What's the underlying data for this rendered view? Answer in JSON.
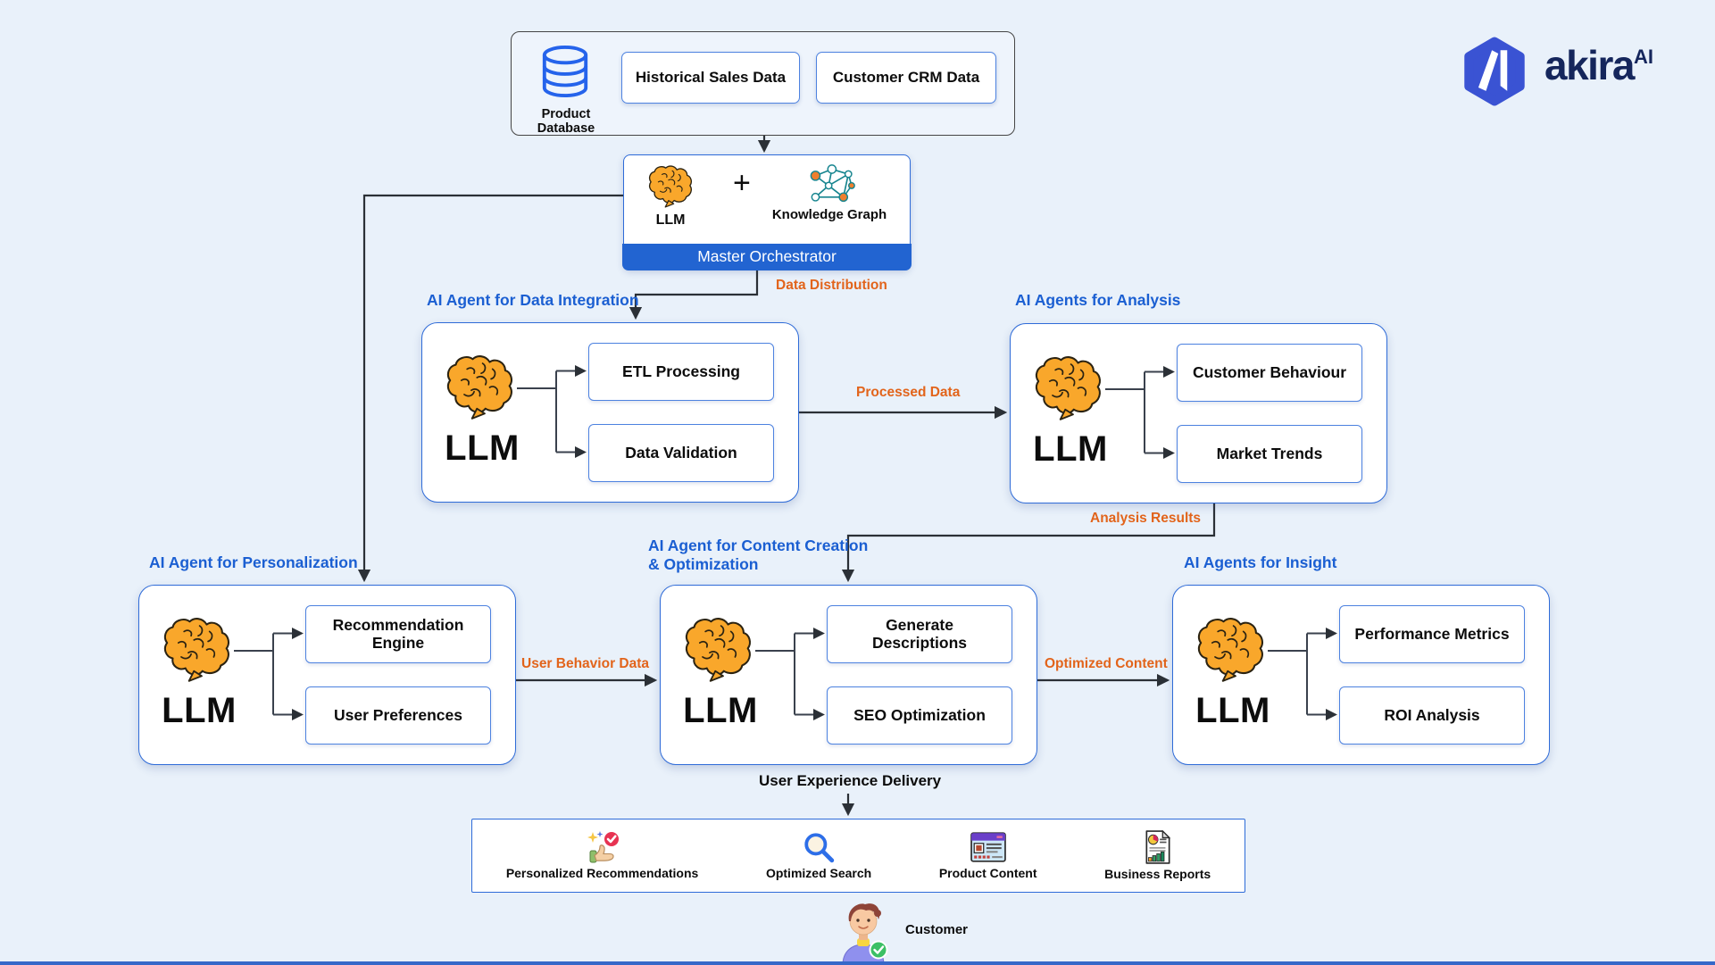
{
  "logo": {
    "brand": "akira",
    "superscript": "AI"
  },
  "sources": {
    "db_label": "Product Database",
    "items": [
      "Historical Sales Data",
      "Customer CRM Data"
    ]
  },
  "orchestrator": {
    "llm_label": "LLM",
    "plus": "+",
    "kg_label": "Knowledge Graph",
    "bar_label": "Master Orchestrator"
  },
  "flow": {
    "data_distribution": "Data Distribution",
    "processed_data": "Processed Data",
    "analysis_results": "Analysis Results",
    "user_behavior_data": "User Behavior Data",
    "optimized_content": "Optimized Content",
    "user_experience_delivery": "User Experience Delivery"
  },
  "agents": {
    "integration": {
      "title": "AI Agent for Data Integration",
      "llm": "LLM",
      "outputs": [
        "ETL Processing",
        "Data Validation"
      ]
    },
    "analysis": {
      "title": "AI Agents for Analysis",
      "llm": "LLM",
      "outputs": [
        "Customer Behaviour",
        "Market Trends"
      ]
    },
    "personalization": {
      "title": "AI Agent for Personalization",
      "llm": "LLM",
      "outputs": [
        "Recommendation Engine",
        "User Preferences"
      ]
    },
    "content": {
      "title_line1": "AI Agent for Content Creation",
      "title_line2": "& Optimization",
      "llm": "LLM",
      "outputs": [
        "Generate Descriptions",
        "SEO Optimization"
      ]
    },
    "insight": {
      "title": "AI Agents for Insight",
      "llm": "LLM",
      "outputs": [
        "Performance Metrics",
        "ROI Analysis"
      ]
    }
  },
  "delivery": {
    "items": [
      {
        "label": "Personalized Recommendations",
        "icon": "thumbs-up-recommendation-icon"
      },
      {
        "label": "Optimized Search",
        "icon": "magnifier-icon"
      },
      {
        "label": "Product Content",
        "icon": "webpage-icon"
      },
      {
        "label": "Business Reports",
        "icon": "report-document-icon"
      }
    ]
  },
  "customer": {
    "label": "Customer"
  },
  "colors": {
    "background": "#e9f1fa",
    "card_border_blue": "#2e6bd8",
    "orchestrator_bar_blue": "#2264d1",
    "title_blue": "#1b5fd2",
    "flow_orange": "#e2641b",
    "brain_orange": "#f9a72b",
    "database_blue": "#2563eb",
    "logo_navy": "#15265c",
    "connector_dark": "#2b3036"
  }
}
